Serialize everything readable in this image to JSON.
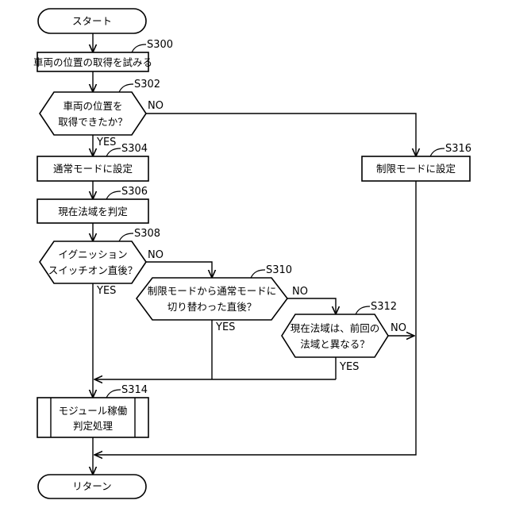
{
  "nodes": {
    "start": "スタート",
    "s300": "車両の位置の取得を試みる",
    "s302": [
      "車両の位置を",
      "取得できたか？"
    ],
    "s304": "通常モードに設定",
    "s306": "現在法域を判定",
    "s308": [
      "イグニッション",
      "スイッチオン直後？"
    ],
    "s310": [
      "制限モードから通常モードに",
      "切り替わった直後？"
    ],
    "s312": [
      "現在法域は、前回の",
      "法域と異なる？"
    ],
    "s314": [
      "モジュール稼働",
      "判定処理"
    ],
    "s316": "制限モードに設定",
    "end": "リターン"
  },
  "step_labels": {
    "s300": "S300",
    "s302": "S302",
    "s304": "S304",
    "s306": "S306",
    "s308": "S308",
    "s310": "S310",
    "s312": "S312",
    "s314": "S314",
    "s316": "S316"
  },
  "branches": {
    "s302_yes": "YES",
    "s302_no": "NO",
    "s308_yes": "YES",
    "s308_no": "NO",
    "s310_yes": "YES",
    "s310_no": "NO",
    "s312_yes": "YES",
    "s312_no": "NO"
  }
}
